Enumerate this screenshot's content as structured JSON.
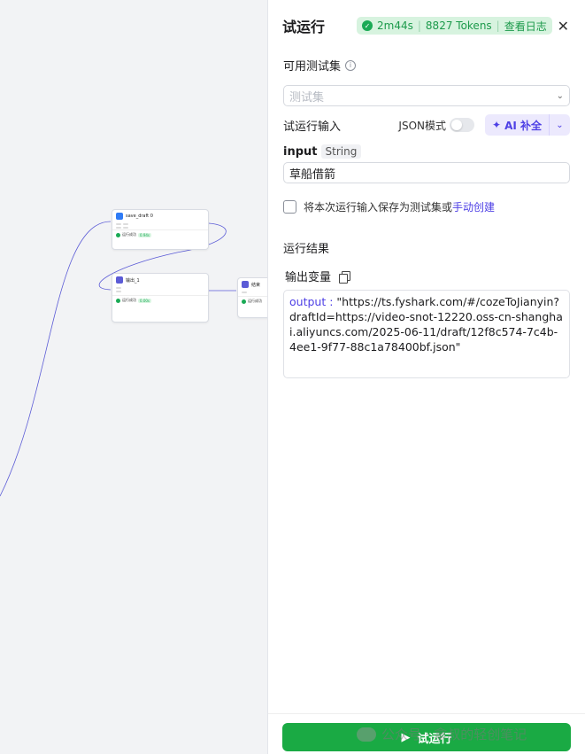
{
  "canvas": {
    "node_save_draft": {
      "title": "save_draft 0",
      "foot_text": "运行成功",
      "foot_tag": "0.94s"
    },
    "node_output": {
      "title": "输出_1",
      "foot_text": "运行成功",
      "foot_tag": "0.00s"
    },
    "node_end": {
      "title": "结束",
      "foot_text": "运行成功"
    }
  },
  "panel": {
    "title": "试运行",
    "status": {
      "duration": "2m44s",
      "tokens": "8827 Tokens",
      "log_link": "查看日志"
    },
    "dataset": {
      "label": "可用测试集",
      "placeholder": "测试集"
    },
    "run_input": {
      "label": "试运行输入",
      "json_mode_label": "JSON模式",
      "ai_button": "AI 补全"
    },
    "input": {
      "name": "input",
      "type": "String",
      "value": "草船借箭"
    },
    "save_option": {
      "text": "将本次运行输入保存为测试集或",
      "link": "手动创建"
    },
    "result": {
      "title": "运行结果",
      "output_label": "输出变量",
      "key": "output",
      "value": "\"https://ts.fyshark.com/#/cozeToJianyin?draftId=https://video-snot-12220.oss-cn-shanghai.aliyuncs.com/2025-06-11/draft/12f8c574-7c4b-4ee1-9f77-88c1a78400bf.json\""
    },
    "footer": {
      "run_button": "试运行",
      "watermark": "公众号 · 拿叔的轻创笔记"
    }
  }
}
